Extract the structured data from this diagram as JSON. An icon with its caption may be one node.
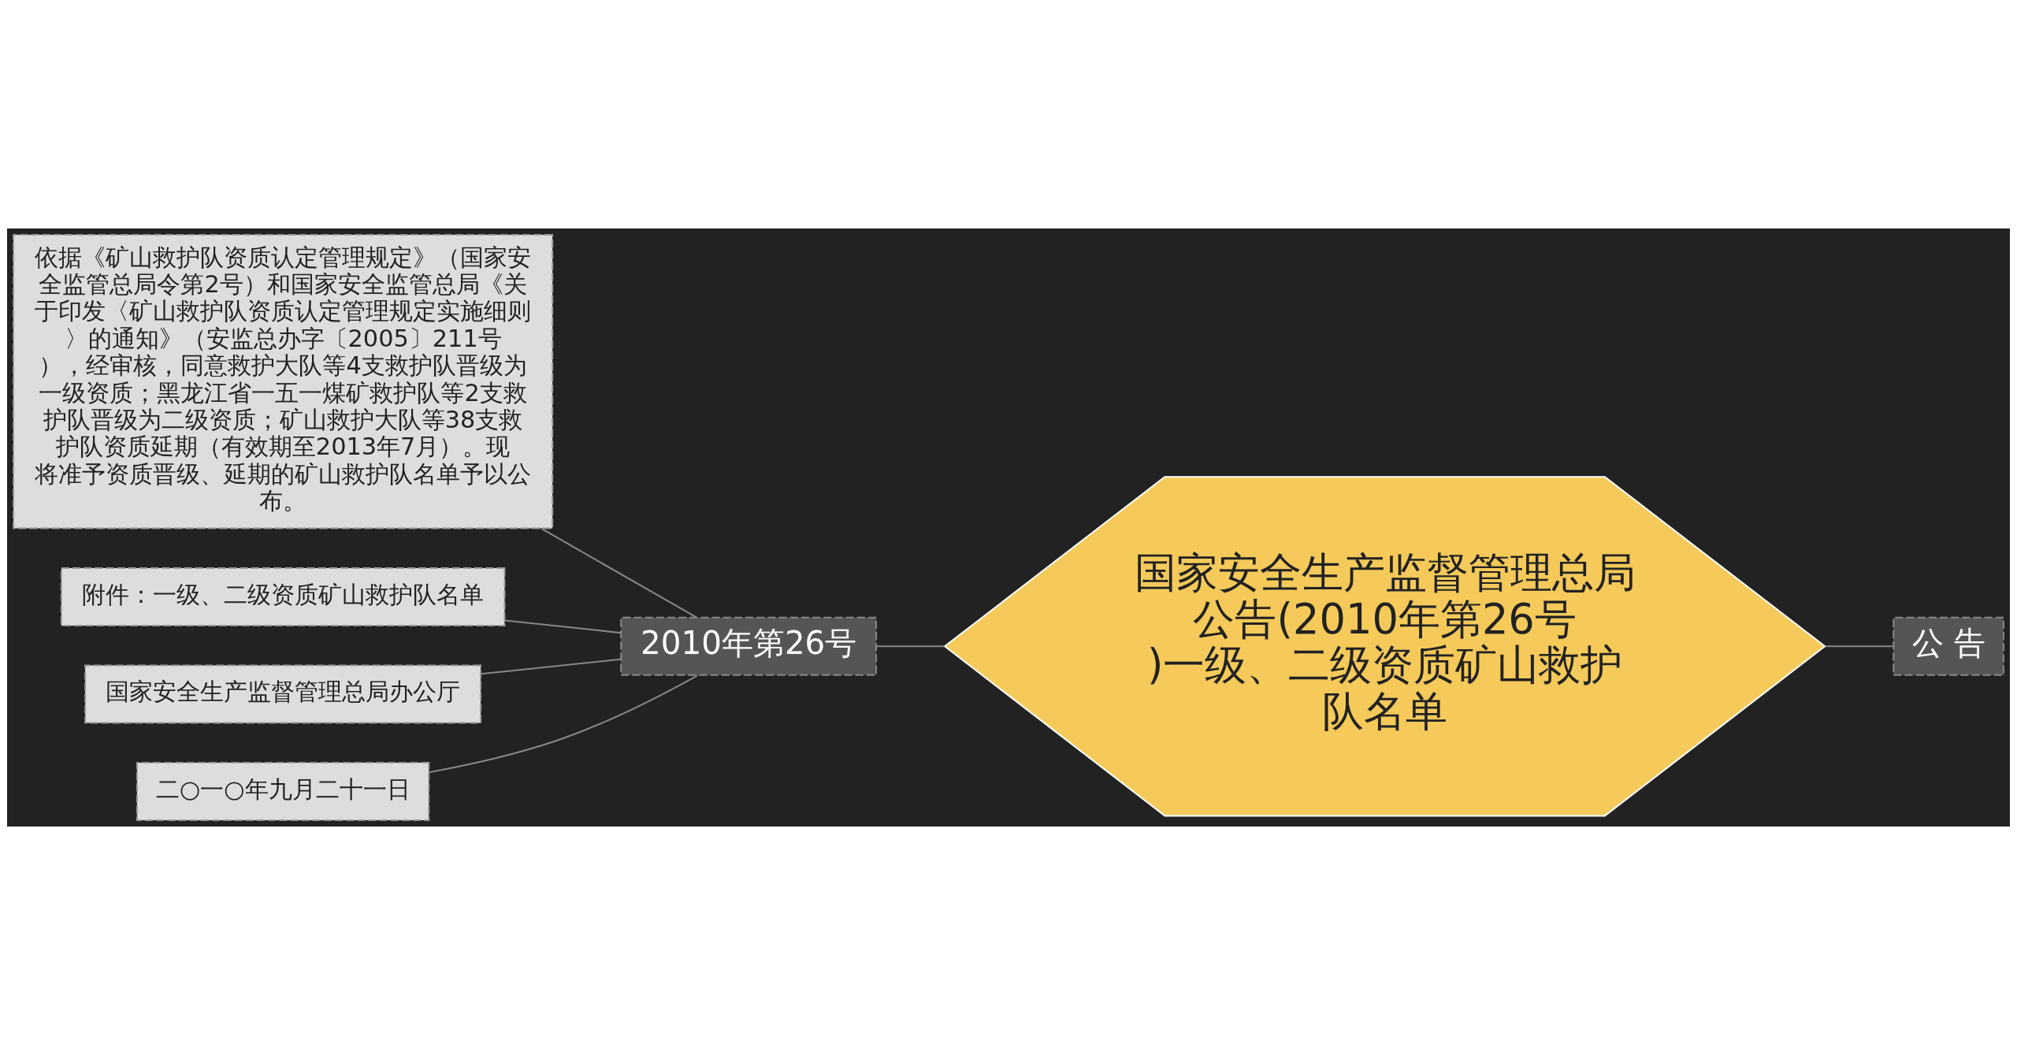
{
  "diagram": {
    "nodes": [
      {
        "text": [
          "国家安全生产监督管理总局公告(2010年第26号)一级、二级资质矿山救护队名单"
        ]
      },
      {
        "text": [
          "2010年第26号"
        ]
      },
      {
        "text": [
          "依据《矿山救护队资质认定管理规定》（国家安全监管总局令第2号）和国家安全监管总局《关于印发〈矿山救护队资质认定管理规定实施细则〉的通知》（安监总办字〔2005〕211号），经审核，同意救护大队等4支救护队晋级为一级资质；黑龙江省一五一煤矿救护队等2支救护队晋级为二级资质；矿山救护大队等38支救护队资质延期（有效期至2013年7月）。现将准予资质晋级、延期的矿山救护队名单予以公布。"
        ]
      },
      {
        "text": [
          "附件：一级、二级资质矿山救护队名单"
        ]
      },
      {
        "text": [
          "国家安全生产监督管理总局办公厅"
        ]
      },
      {
        "text": [
          "二○一○年九月二十一日"
        ]
      },
      {
        "text": [
          "公 告"
        ]
      }
    ],
    "edges": [
      {
        "from": 1,
        "to": 0,
        "arrow": "none"
      },
      {
        "from": 2,
        "to": 1,
        "arrow": "none"
      },
      {
        "from": 3,
        "to": 1,
        "arrow": "none"
      },
      {
        "from": 4,
        "to": 1,
        "arrow": "none"
      },
      {
        "from": 5,
        "to": 1,
        "arrow": "none"
      },
      {
        "from": 0,
        "to": 6,
        "arrow": "none"
      }
    ]
  }
}
